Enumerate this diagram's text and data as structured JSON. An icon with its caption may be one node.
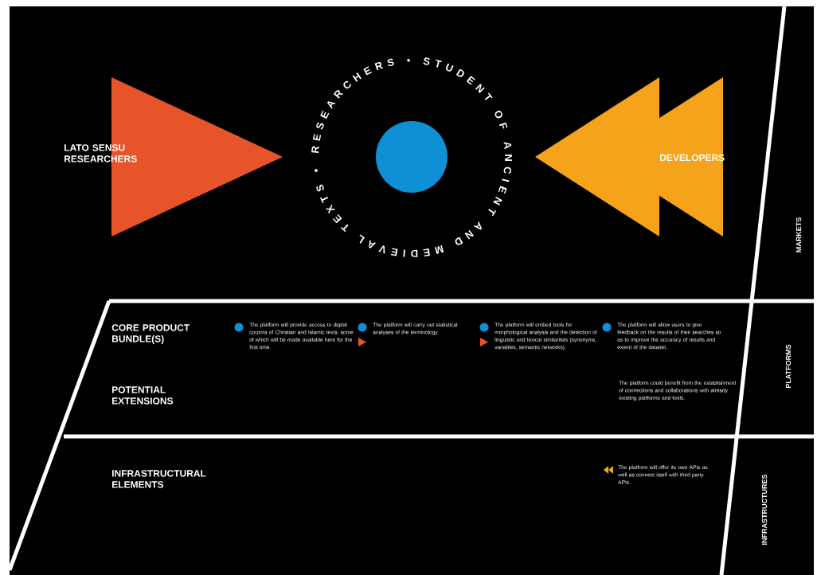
{
  "diagram": {
    "nodes": [
      {
        "text": [
          "LATO SENSU RESEARCHERS"
        ]
      },
      {
        "text": [],
        "shape": "circle"
      },
      {
        "text": [
          "DEVELOPERS"
        ]
      }
    ],
    "labels": [
      "RESEARCHERS • STUDENT OF ANCIENT AND MEDIEVAL TEXTS •",
      "MARKETS",
      "CORE PRODUCT BUNDLE(S)",
      "The platform will provide access to digital corpora of Christian and Islamic texts, some of which will be made available here for the first time.",
      "The platform will carry out statistical analyses of the terminology.",
      "The platform will embed tools for morphological analysis and the detection of linguistic and lexical similarities (synonyms, variables, semantic networks).",
      "The platform will allow users to give feedback on the results of their searches so as to improve the accuracy of results and extent of the dataset.",
      "POTENTIAL EXTENSIONS",
      "The platform could benefit from the establishment of connections and collaborations with already existing platforms and tools.",
      "PLATFORMS",
      "INFRASTRUCTURAL ELEMENTS",
      "The platform will offer its own APIs as well as connect itself with third party APIs.",
      "INFRASTRUCTURES"
    ]
  }
}
